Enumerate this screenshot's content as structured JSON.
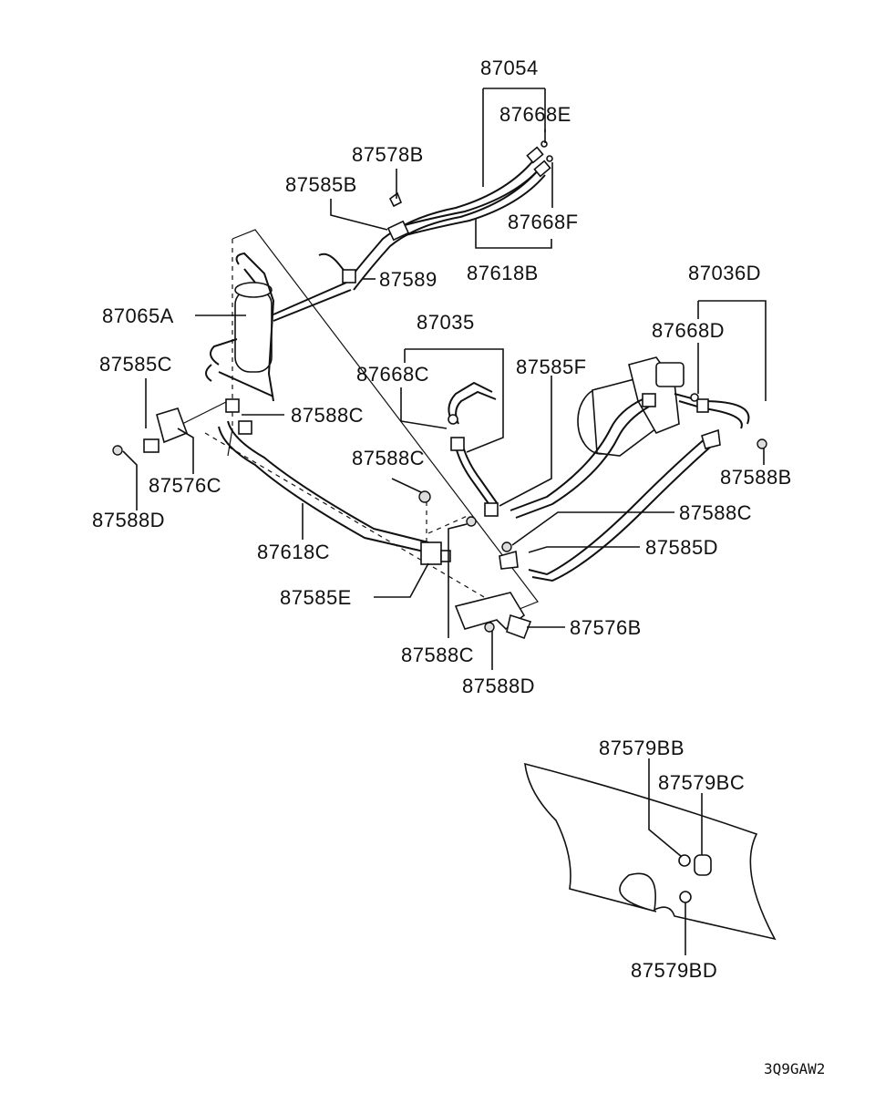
{
  "diagram": {
    "labels": {
      "p87054": "87054",
      "p87668E": "87668E",
      "p87578B": "87578B",
      "p87585B": "87585B",
      "p87668F": "87668F",
      "p87589": "87589",
      "p87618B": "87618B",
      "p87036D": "87036D",
      "p87035": "87035",
      "p87065A": "87065A",
      "p87668D": "87668D",
      "p87585C": "87585C",
      "p87668C": "87668C",
      "p87585F": "87585F",
      "p87588C_a": "87588C",
      "p87588C_b": "87588C",
      "p87576C": "87576C",
      "p87588B": "87588B",
      "p87588D_a": "87588D",
      "p87588C_c": "87588C",
      "p87618C": "87618C",
      "p87585D": "87585D",
      "p87585E": "87585E",
      "p87576B": "87576B",
      "p87588C_d": "87588C",
      "p87588D_b": "87588D",
      "p87579BB": "87579BB",
      "p87579BC": "87579BC",
      "p87579BD": "87579BD"
    },
    "code": "3Q9GAW2"
  }
}
